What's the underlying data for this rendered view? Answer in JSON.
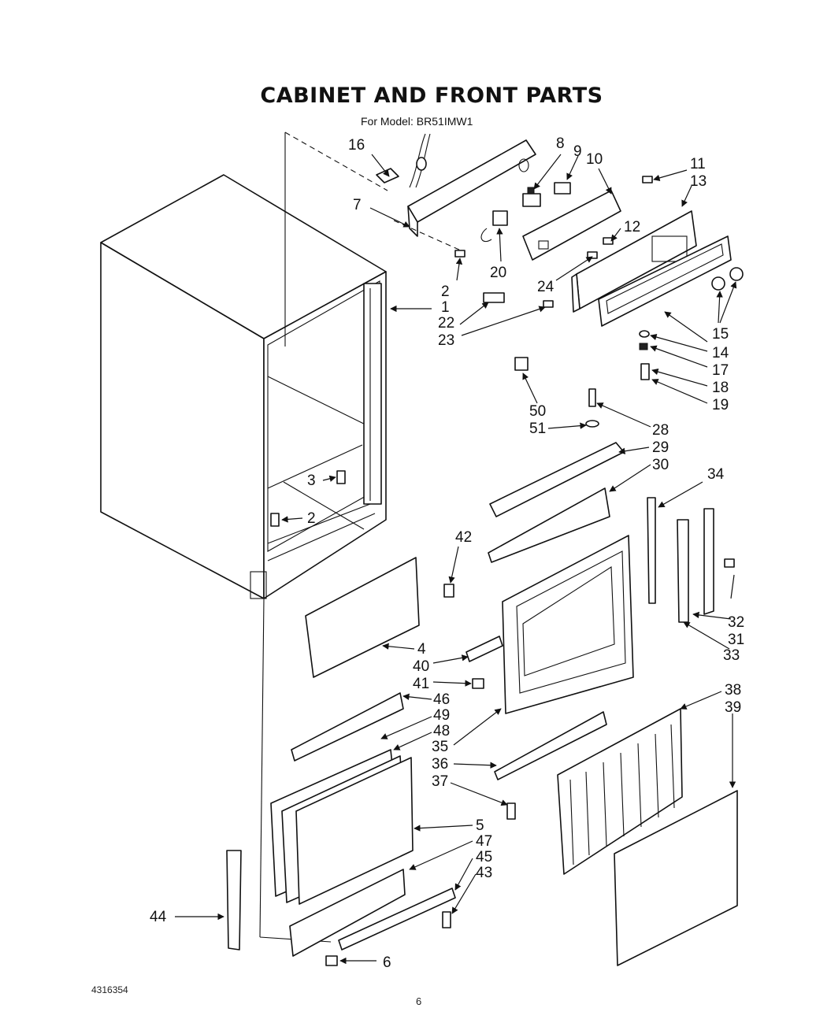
{
  "header": {
    "title": "CABINET AND FRONT PARTS",
    "subtitle": "For Model: BR51IMW1"
  },
  "footer": {
    "doc_number": "4316354",
    "page_number": "6"
  },
  "diagram": {
    "callouts": [
      {
        "id": "c1",
        "text": "1"
      },
      {
        "id": "c2a",
        "text": "2"
      },
      {
        "id": "c2b",
        "text": "2"
      },
      {
        "id": "c3",
        "text": "3"
      },
      {
        "id": "c4",
        "text": "4"
      },
      {
        "id": "c5",
        "text": "5"
      },
      {
        "id": "c6",
        "text": "6"
      },
      {
        "id": "c7",
        "text": "7"
      },
      {
        "id": "c8",
        "text": "8"
      },
      {
        "id": "c9",
        "text": "9"
      },
      {
        "id": "c10",
        "text": "10"
      },
      {
        "id": "c11",
        "text": "11"
      },
      {
        "id": "c12",
        "text": "12"
      },
      {
        "id": "c13",
        "text": "13"
      },
      {
        "id": "c14",
        "text": "14"
      },
      {
        "id": "c15",
        "text": "15"
      },
      {
        "id": "c16",
        "text": "16"
      },
      {
        "id": "c17",
        "text": "17"
      },
      {
        "id": "c18",
        "text": "18"
      },
      {
        "id": "c19",
        "text": "19"
      },
      {
        "id": "c20",
        "text": "20"
      },
      {
        "id": "c22",
        "text": "22"
      },
      {
        "id": "c23",
        "text": "23"
      },
      {
        "id": "c24",
        "text": "24"
      },
      {
        "id": "c28",
        "text": "28"
      },
      {
        "id": "c29",
        "text": "29"
      },
      {
        "id": "c30",
        "text": "30"
      },
      {
        "id": "c31",
        "text": "31"
      },
      {
        "id": "c32",
        "text": "32"
      },
      {
        "id": "c33",
        "text": "33"
      },
      {
        "id": "c34",
        "text": "34"
      },
      {
        "id": "c35",
        "text": "35"
      },
      {
        "id": "c36",
        "text": "36"
      },
      {
        "id": "c37",
        "text": "37"
      },
      {
        "id": "c38",
        "text": "38"
      },
      {
        "id": "c39",
        "text": "39"
      },
      {
        "id": "c40",
        "text": "40"
      },
      {
        "id": "c41",
        "text": "41"
      },
      {
        "id": "c42",
        "text": "42"
      },
      {
        "id": "c43",
        "text": "43"
      },
      {
        "id": "c44",
        "text": "44"
      },
      {
        "id": "c45",
        "text": "45"
      },
      {
        "id": "c46",
        "text": "46"
      },
      {
        "id": "c47",
        "text": "47"
      },
      {
        "id": "c48",
        "text": "48"
      },
      {
        "id": "c49",
        "text": "49"
      },
      {
        "id": "c50",
        "text": "50"
      },
      {
        "id": "c51",
        "text": "51"
      }
    ]
  }
}
